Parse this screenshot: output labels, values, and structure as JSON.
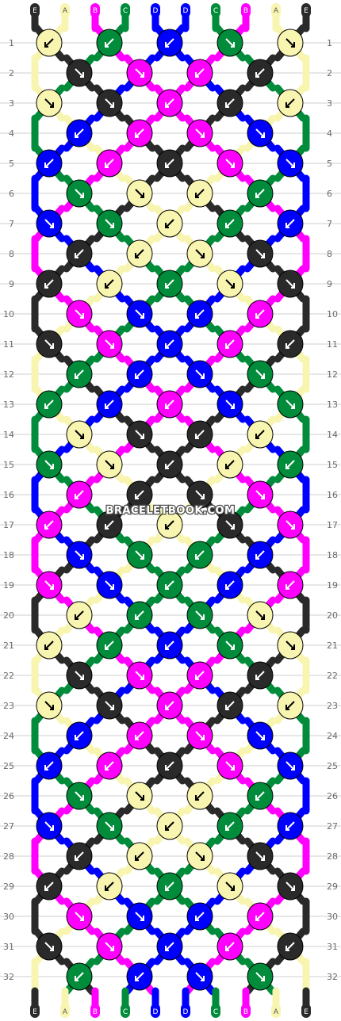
{
  "diagram": {
    "type": "bracelet-pattern",
    "strand_labels": [
      "E",
      "A",
      "B",
      "C",
      "D",
      "D",
      "C",
      "B",
      "A",
      "E"
    ],
    "row_numbers": [
      "1",
      "2",
      "3",
      "4",
      "5",
      "6",
      "7",
      "8",
      "9",
      "10",
      "11",
      "12",
      "13",
      "14",
      "15",
      "16",
      "17",
      "18",
      "19",
      "20",
      "21",
      "22",
      "23",
      "24",
      "25",
      "26",
      "27",
      "28",
      "29",
      "30",
      "31",
      "32"
    ],
    "watermark": "BRACELETBOOK.COM",
    "colors": {
      "A": "#f8f5b0",
      "B": "#ff00ff",
      "C": "#008c3a",
      "D": "#0000ff",
      "E": "#2a2a2a"
    },
    "arrow_on_dark": "#ffffff",
    "arrow_on_light": "#000000",
    "grid_color": "#cfcfcf"
  }
}
